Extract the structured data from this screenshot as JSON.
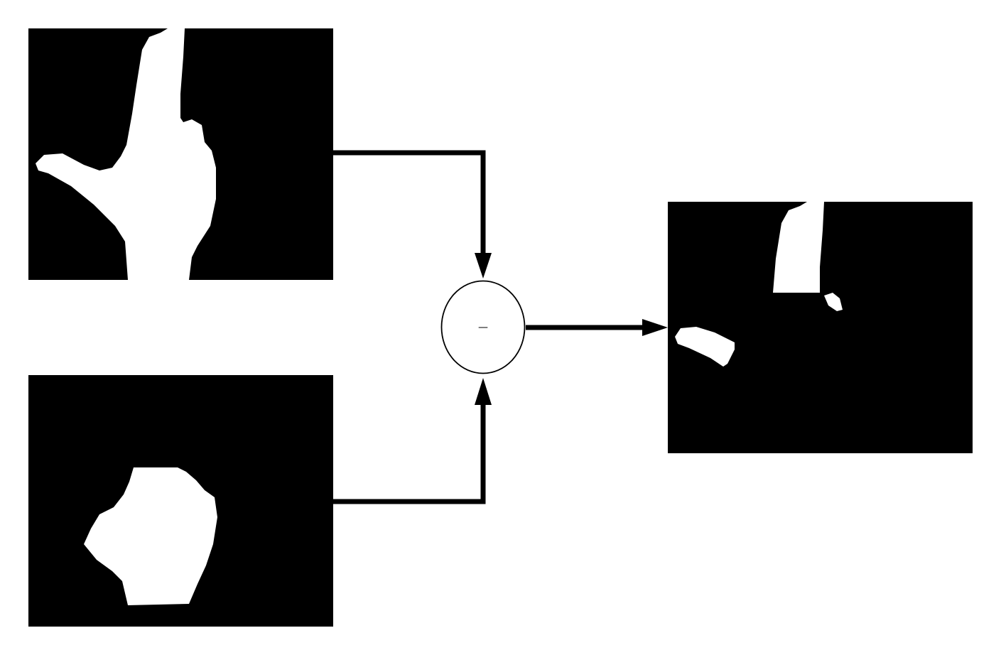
{
  "diagram": {
    "type": "mask-subtraction",
    "inputs": [
      {
        "name": "hand-mask",
        "description_icon": "pointing-hand-silhouette"
      },
      {
        "name": "palm-mask",
        "description_icon": "palm-region-silhouette"
      }
    ],
    "operator": {
      "symbol": "—",
      "operation": "subtract"
    },
    "output": {
      "name": "finger-mask",
      "description_icon": "finger-regions-silhouette"
    },
    "colors": {
      "mask_background": "#000000",
      "mask_foreground": "#ffffff",
      "connector": "#000000",
      "page_background": "#ffffff"
    }
  }
}
